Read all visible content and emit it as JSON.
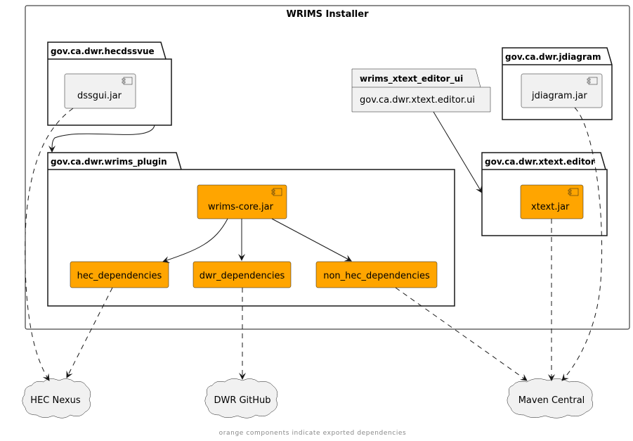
{
  "title": "WRIMS Installer",
  "colors": {
    "exported": "#FFA500",
    "component_default": "#F1F1F1",
    "border": "#181818"
  },
  "packages": {
    "hecdssvue": {
      "name": "gov.ca.dwr.hecdssvue"
    },
    "wrims_plugin": {
      "name": "gov.ca.dwr.wrims_plugin"
    },
    "wrims_xtext_editor_ui": {
      "name": "wrims_xtext_editor_ui",
      "content": "gov.ca.dwr.xtext.editor.ui"
    },
    "jdiagram": {
      "name": "gov.ca.dwr.jdiagram"
    },
    "xtext_editor": {
      "name": "gov.ca.dwr.xtext.editor"
    }
  },
  "components": {
    "dssgui": "dssgui.jar",
    "wrims_core": "wrims-core.jar",
    "hec_dependencies": "hec_dependencies",
    "dwr_dependencies": "dwr_dependencies",
    "non_hec_dependencies": "non_hec_dependencies",
    "jdiagram": "jdiagram.jar",
    "xtext": "xtext.jar"
  },
  "clouds": {
    "hec_nexus": "HEC Nexus",
    "dwr_github": "DWR GitHub",
    "maven_central": "Maven Central"
  },
  "footer": "orange components indicate exported dependencies"
}
